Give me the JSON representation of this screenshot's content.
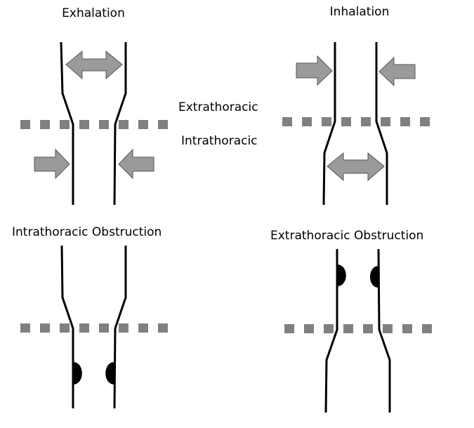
{
  "diagram": {
    "title": "Airway dynamics: intrathoracic vs extrathoracic",
    "panels": [
      {
        "id": "exhalation",
        "label": "Exhalation",
        "extrathoracic_arrow": "widen",
        "intrathoracic_arrows": "compress",
        "obstruction": "none"
      },
      {
        "id": "inhalation",
        "label": "Inhalation",
        "extrathoracic_arrows": "compress",
        "intrathoracic_arrow": "widen",
        "obstruction": "none"
      },
      {
        "id": "intrathoracic-obstruction",
        "label": "Intrathoracic Obstruction",
        "obstruction": "intrathoracic"
      },
      {
        "id": "extrathoracic-obstruction",
        "label": "Extrathoracic Obstruction",
        "obstruction": "extrathoracic"
      }
    ],
    "region_labels": {
      "extrathoracic": "Extrathoracic",
      "intrathoracic": "Intrathoracic"
    },
    "colors": {
      "wall": "#000000",
      "boundary_dash": "#808080",
      "arrow_fill": "#9a9a9a",
      "arrow_stroke": "#555555"
    }
  }
}
